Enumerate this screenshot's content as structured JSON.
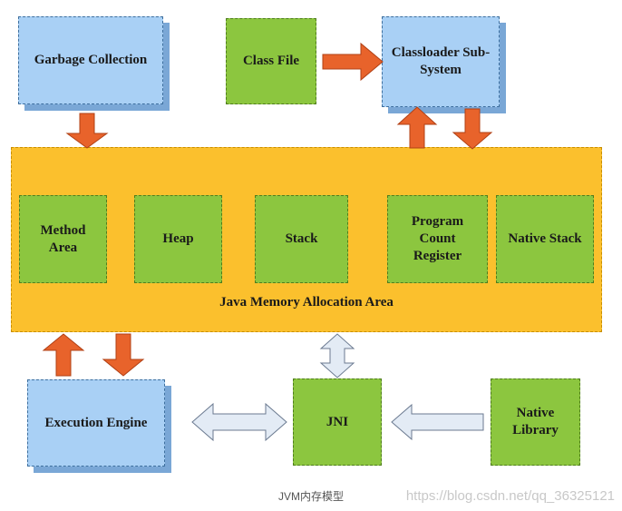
{
  "diagram": {
    "garbage_collection": "Garbage Collection",
    "class_file": "Class File",
    "classloader": "Classloader Sub-\nSystem",
    "method_area": "Method\nArea",
    "heap": "Heap",
    "stack": "Stack",
    "program_count_register": "Program\nCount\nRegister",
    "native_stack": "Native Stack",
    "memory_area": "Java Memory Allocation Area",
    "execution_engine": "Execution Engine",
    "jni": "JNI",
    "native_library": "Native\nLibrary"
  },
  "caption": "JVM内存模型",
  "watermark": "https://blog.csdn.net/qq_36325121",
  "colors": {
    "blue_box": "#a9d0f5",
    "green_box": "#8cc63f",
    "memory_area": "#fbc02d",
    "solid_arrow": "#e8632b",
    "hollow_arrow": "#e3ebf5"
  }
}
